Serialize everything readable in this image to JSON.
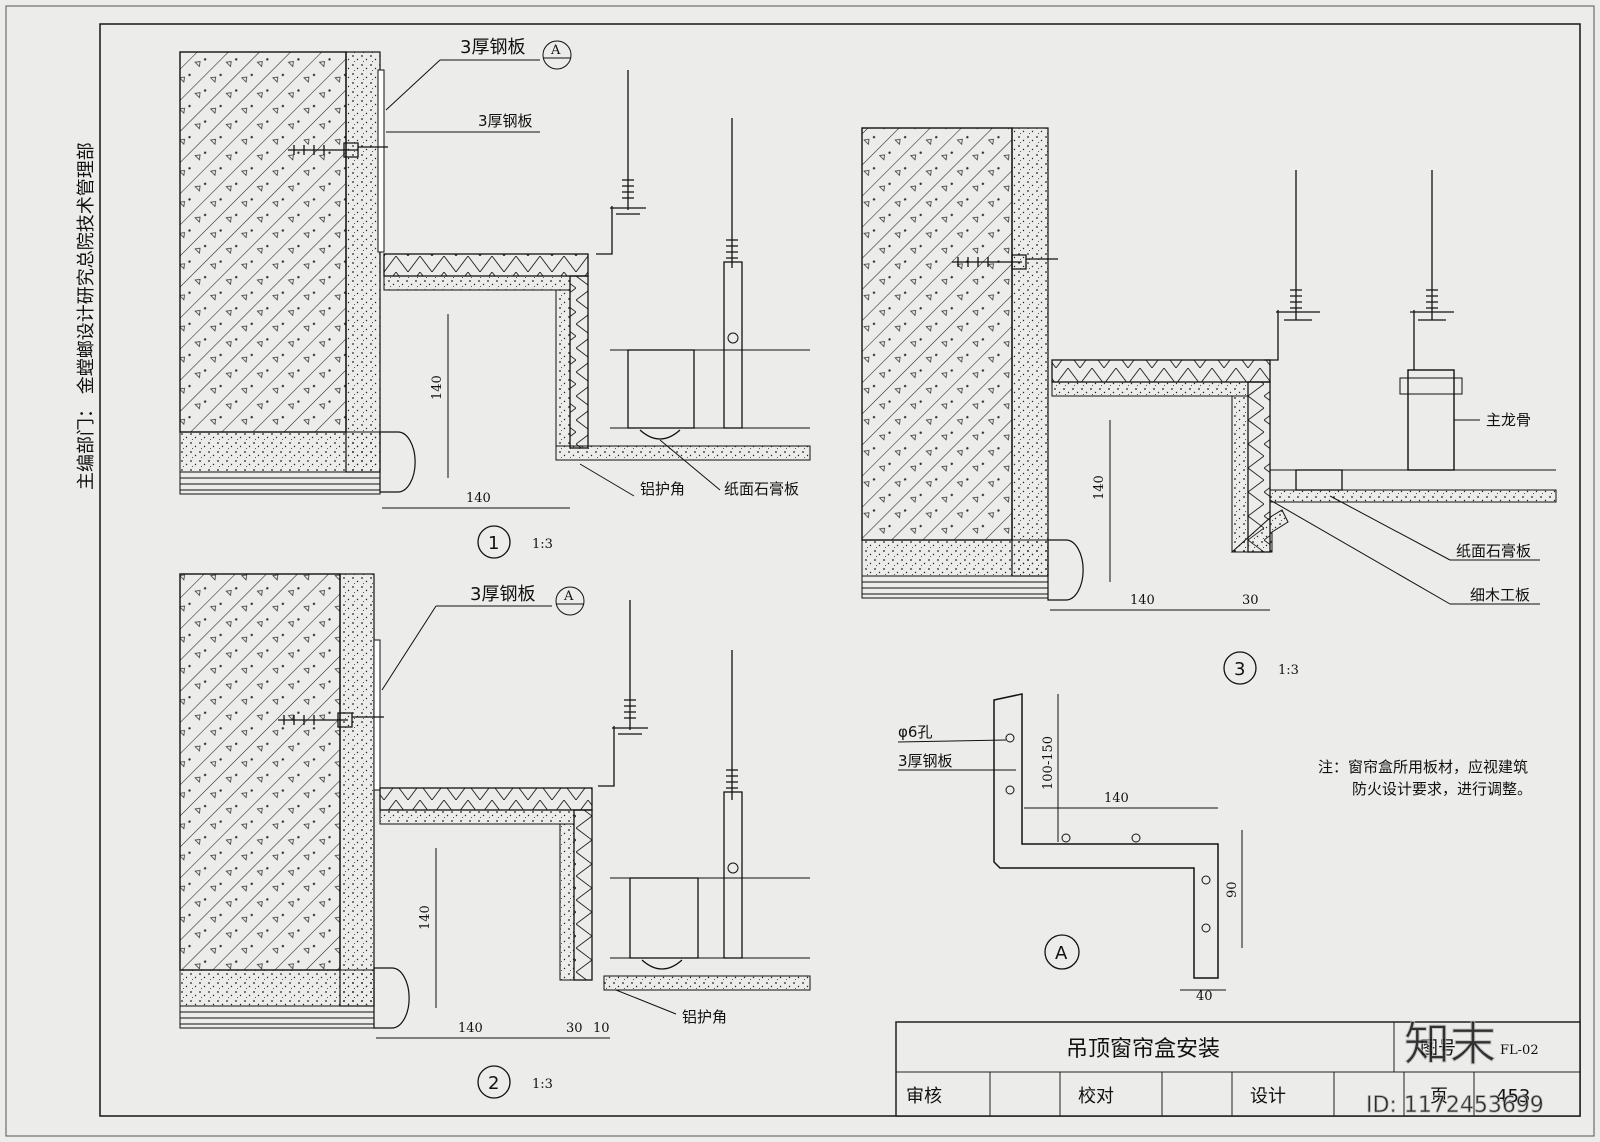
{
  "side_text": "主编部门：  金螳螂设计研究总院技术管理部",
  "detail1": {
    "label_steel_top": "3厚钢板",
    "callout_A": "A",
    "label_steel_2": "3厚钢板",
    "dim_140_v": "140",
    "dim_140_h": "140",
    "label_corner": "铝护角",
    "label_gypsum": "纸面石膏板",
    "number": "1",
    "scale": "1:3"
  },
  "detail2": {
    "label_steel": "3厚钢板",
    "callout_A": "A",
    "dim_140_v": "140",
    "dim_140_h": "140",
    "dim_30": "30",
    "dim_10": "10",
    "label_corner": "铝护角",
    "number": "2",
    "scale": "1:3"
  },
  "detail3": {
    "label_main_keel": "主龙骨",
    "label_gypsum": "纸面石膏板",
    "label_wood": "细木工板",
    "dim_140_v": "140",
    "dim_140_h": "140",
    "dim_30": "30",
    "number": "3",
    "scale": "1:3"
  },
  "detailA": {
    "label_hole": "φ6孔",
    "label_steel": "3厚钢板",
    "dim_100_150": "100-150",
    "dim_140": "140",
    "dim_90": "90",
    "dim_40": "40",
    "callout": "A"
  },
  "note": {
    "line1": "注：窗帘盒所用板材，应视建筑",
    "line2": "防火设计要求，进行调整。"
  },
  "title_block": {
    "title": "吊顶窗帘盒安装",
    "drawing_no_label": "图号",
    "drawing_no": "FL-02",
    "review": "审核",
    "check": "校对",
    "design": "设计",
    "page_label": "页",
    "page_no": "453"
  },
  "watermark": {
    "logo": "知末",
    "id": "ID: 1172453699"
  }
}
